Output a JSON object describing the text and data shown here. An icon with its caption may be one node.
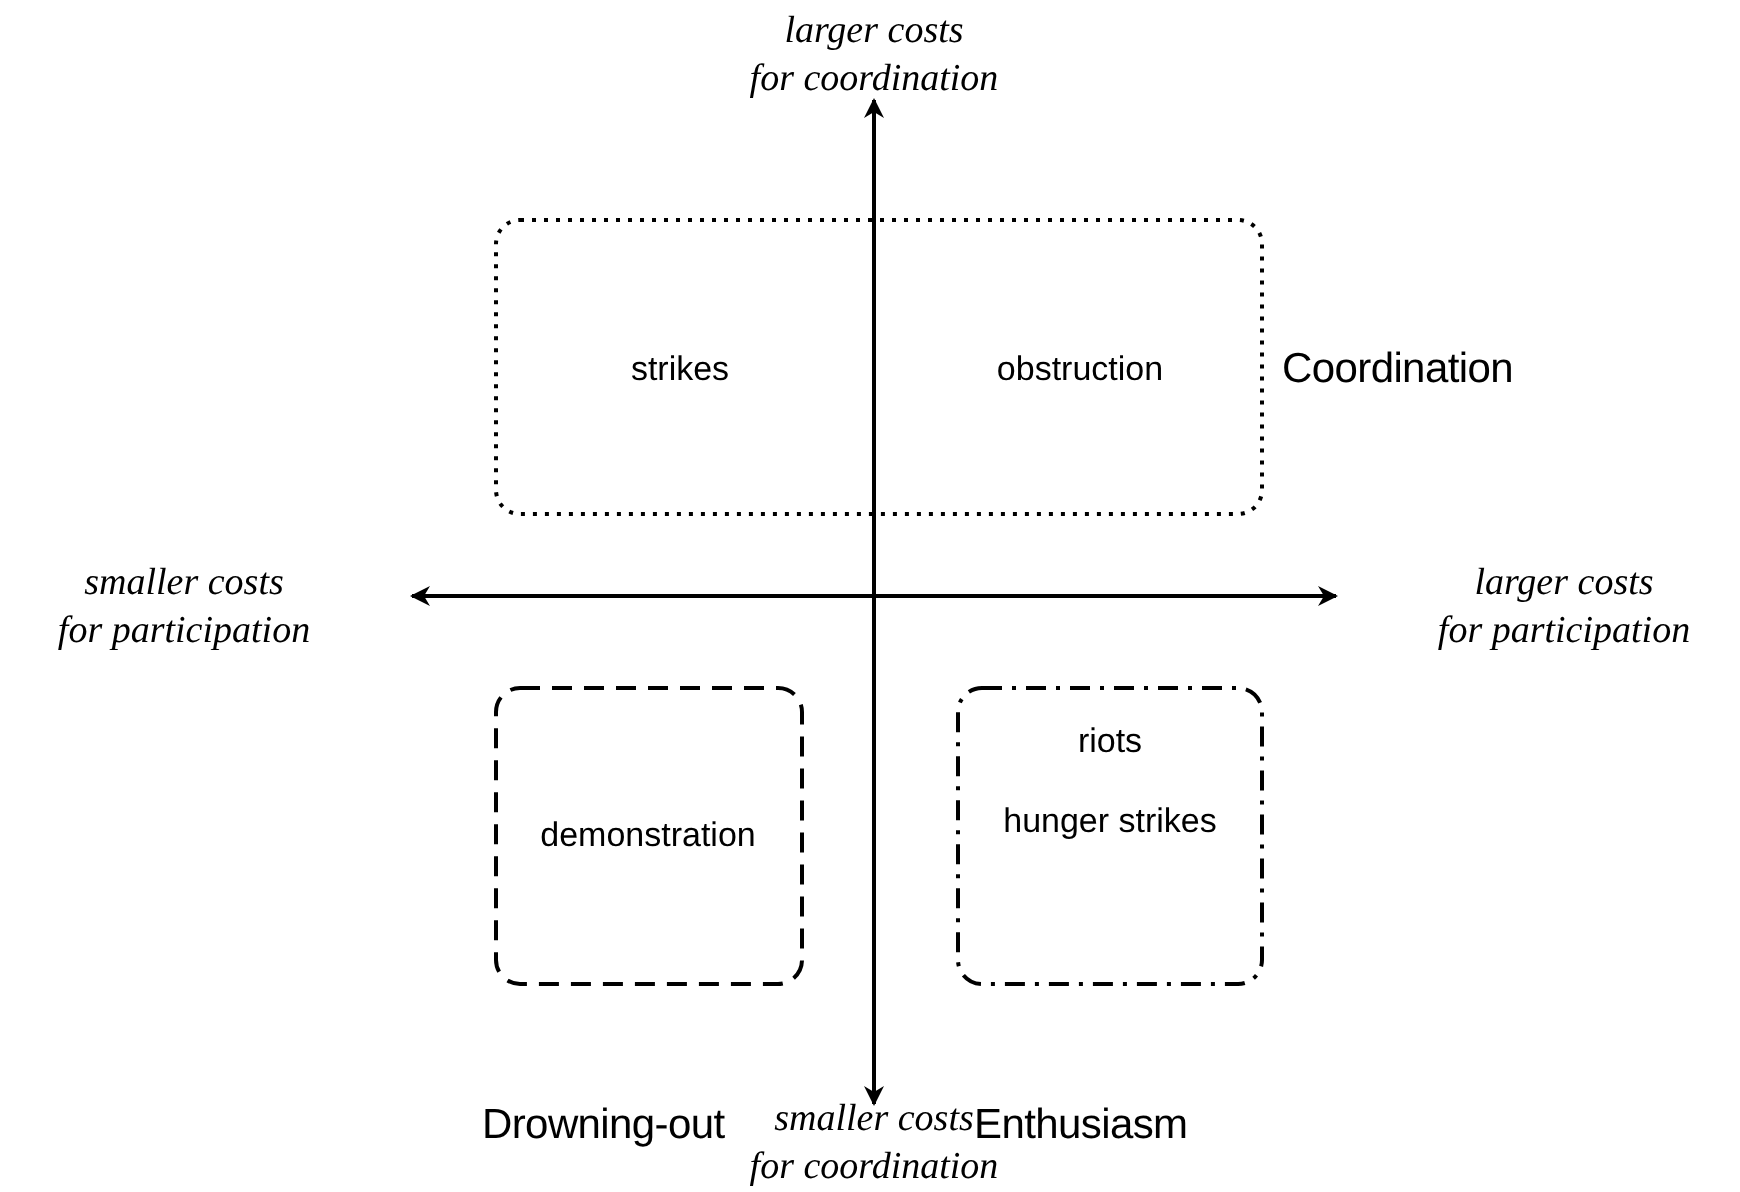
{
  "diagram": {
    "nodes": [
      {
        "text": [
          "strikes",
          "obstruction"
        ],
        "beside": [
          "Coordination"
        ]
      },
      {
        "text": [
          "demonstration"
        ],
        "beside": [
          "Drowning-out"
        ]
      },
      {
        "text": [
          "riots",
          "hunger strikes"
        ],
        "beside": [
          "Enthusiasm"
        ]
      }
    ],
    "labels": [
      "larger costs for coordination",
      "smaller costs for participation",
      "larger costs for participation",
      "smaller costs for coordination"
    ]
  }
}
